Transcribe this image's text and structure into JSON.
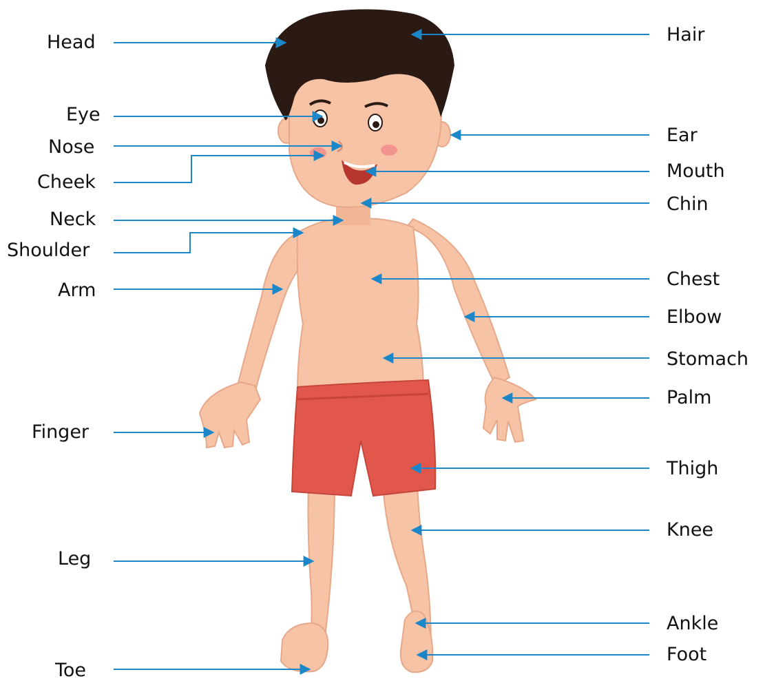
{
  "colors": {
    "arrow": "#1b87c9",
    "skin": "#f6c3a6",
    "skin_shadow": "#e7a889",
    "hair": "#2b1a14",
    "shorts": "#e2574c",
    "shorts_dark": "#c6453b",
    "cheek": "#f28b8b",
    "mouth": "#b6362f"
  },
  "labels_left": [
    {
      "id": "head",
      "text": "Head"
    },
    {
      "id": "eye",
      "text": "Eye"
    },
    {
      "id": "nose",
      "text": "Nose"
    },
    {
      "id": "cheek",
      "text": "Cheek"
    },
    {
      "id": "neck",
      "text": "Neck"
    },
    {
      "id": "shoulder",
      "text": "Shoulder"
    },
    {
      "id": "arm",
      "text": "Arm"
    },
    {
      "id": "finger",
      "text": "Finger"
    },
    {
      "id": "leg",
      "text": "Leg"
    },
    {
      "id": "toe",
      "text": "Toe"
    }
  ],
  "labels_right": [
    {
      "id": "hair",
      "text": "Hair"
    },
    {
      "id": "ear",
      "text": "Ear"
    },
    {
      "id": "mouth",
      "text": "Mouth"
    },
    {
      "id": "chin",
      "text": "Chin"
    },
    {
      "id": "chest",
      "text": "Chest"
    },
    {
      "id": "elbow",
      "text": "Elbow"
    },
    {
      "id": "stomach",
      "text": "Stomach"
    },
    {
      "id": "palm",
      "text": "Palm"
    },
    {
      "id": "thigh",
      "text": "Thigh"
    },
    {
      "id": "knee",
      "text": "Knee"
    },
    {
      "id": "ankle",
      "text": "Ankle"
    },
    {
      "id": "foot",
      "text": "Foot"
    }
  ]
}
